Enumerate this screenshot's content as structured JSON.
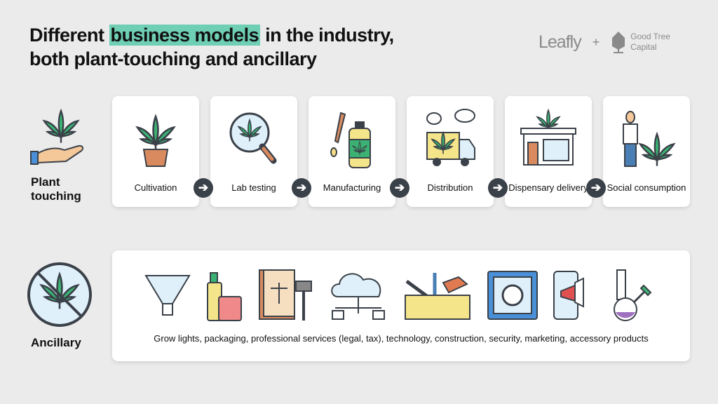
{
  "header": {
    "title_pre": "Different ",
    "title_highlight": "business models",
    "title_post": " in the industry,",
    "title_line2": "both plant-touching and ancillary"
  },
  "logos": {
    "leafly": "Leafly",
    "plus": "+",
    "goodtree_line1": "Good Tree",
    "goodtree_line2": "Capital"
  },
  "plant_touching": {
    "label_line1": "Plant",
    "label_line2": "touching",
    "steps": [
      {
        "label": "Cultivation",
        "icon": "potted-plant-icon"
      },
      {
        "label": "Lab testing",
        "icon": "magnifier-icon"
      },
      {
        "label": "Manufacturing",
        "icon": "tincture-bottle-icon"
      },
      {
        "label": "Distribution",
        "icon": "delivery-truck-icon"
      },
      {
        "label": "Dispensary delivery",
        "icon": "storefront-icon"
      },
      {
        "label": "Social consumption",
        "icon": "person-plant-icon"
      }
    ],
    "arrow": "➔"
  },
  "ancillary": {
    "label": "Ancillary",
    "description": "Grow lights, packaging, professional services (legal, tax), technology, construction, security, marketing, accessory products",
    "icons": [
      "grow-light-icon",
      "packaging-icon",
      "legal-book-gavel-icon",
      "cloud-tech-icon",
      "toolbox-icon",
      "safe-icon",
      "phone-megaphone-icon",
      "bong-icon"
    ]
  },
  "colors": {
    "highlight": "#6fcfb4",
    "leaf": "#3bb273",
    "outline": "#3b4149"
  }
}
